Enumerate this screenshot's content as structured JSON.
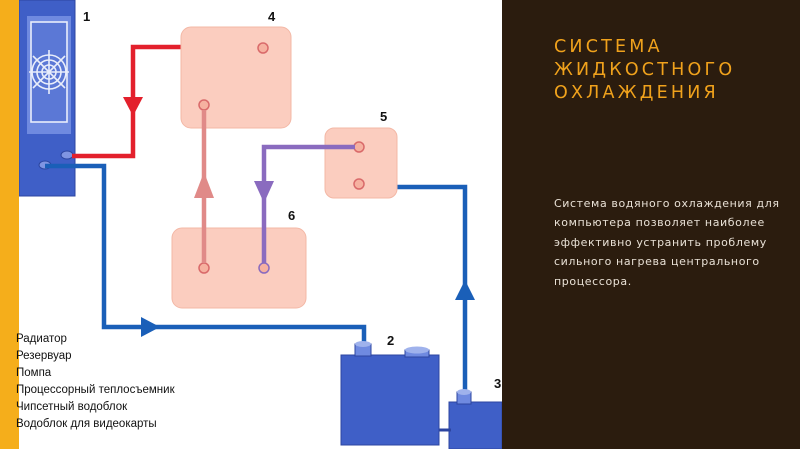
{
  "slide": {
    "title": "СИСТЕМА ЖИДКОСТНОГО ОХЛАЖДЕНИЯ",
    "body": "Система водяного охлаждения для компьютера позволяет наиболее эффективно устранить проблему сильного нагрева центрального процессора."
  },
  "diagram": {
    "labels": [
      "1",
      "2",
      "3",
      "4",
      "5",
      "6"
    ],
    "legend": [
      "Радиатор",
      "Резервуар",
      "Помпа",
      "Процессорный теплосъемник",
      "Чипсетный водоблок",
      "Водоблок для видеокарты"
    ],
    "colors": {
      "hot_pipe": "#e3202c",
      "cold_pipe": "#1a5fb8",
      "block_pipe": "#e08a88",
      "purple_pipe": "#8a6bbf",
      "block_fill": "#fbcdbf",
      "accent": "#f5ae1b",
      "panel_bg": "#2b1c0e",
      "title_color": "#f0a21c"
    }
  }
}
